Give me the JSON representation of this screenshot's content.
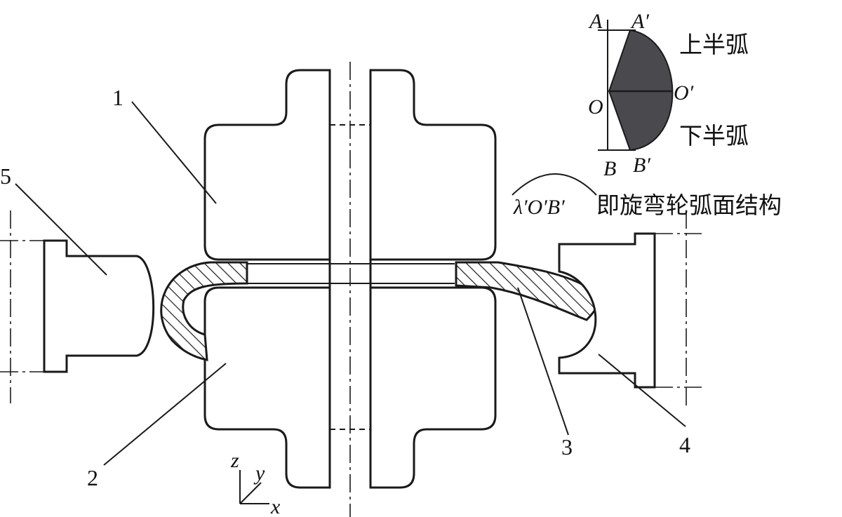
{
  "labels": {
    "part_1": "1",
    "part_2": "2",
    "part_3": "3",
    "part_4": "4",
    "part_5": "5"
  },
  "axes": {
    "z": "z",
    "y": "y",
    "x": "x"
  },
  "inset": {
    "point_A": "A",
    "point_A_prime": "A′",
    "point_O": "O",
    "point_O_prime": "O′",
    "point_B": "B",
    "point_B_prime": "B′",
    "upper_arc": "上半弧",
    "lower_arc": "下半弧",
    "arc_symbol": "λ′O′B′",
    "caption": "即旋弯轮弧面结构",
    "fill_color": "#4a4a4e"
  }
}
